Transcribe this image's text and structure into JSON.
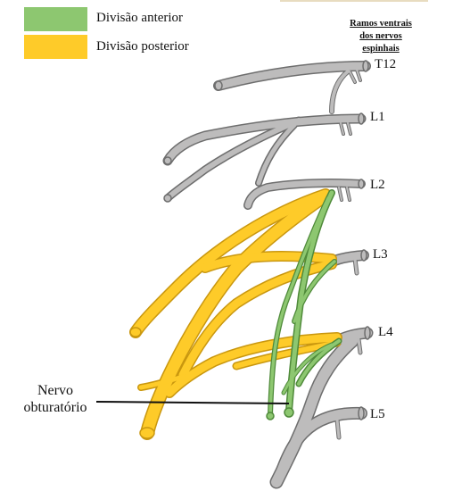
{
  "legend": {
    "items": [
      {
        "label": "Divisão anterior",
        "color": "#8dc770"
      },
      {
        "label": "Divisão posterior",
        "color": "#fecb29"
      }
    ]
  },
  "header": {
    "line1": "Ramos ventrais",
    "line2": "dos nervos",
    "line3": "espinhais"
  },
  "levels": [
    "T12",
    "L1",
    "L2",
    "L3",
    "L4",
    "L5"
  ],
  "annotation": {
    "line1": "Nervo",
    "line2": "obturatório"
  },
  "colors": {
    "nerve_gray": "#bdbcbc",
    "nerve_outline": "#6a6a6a",
    "anterior_green": "#8dc770",
    "posterior_yellow": "#fecb29"
  }
}
